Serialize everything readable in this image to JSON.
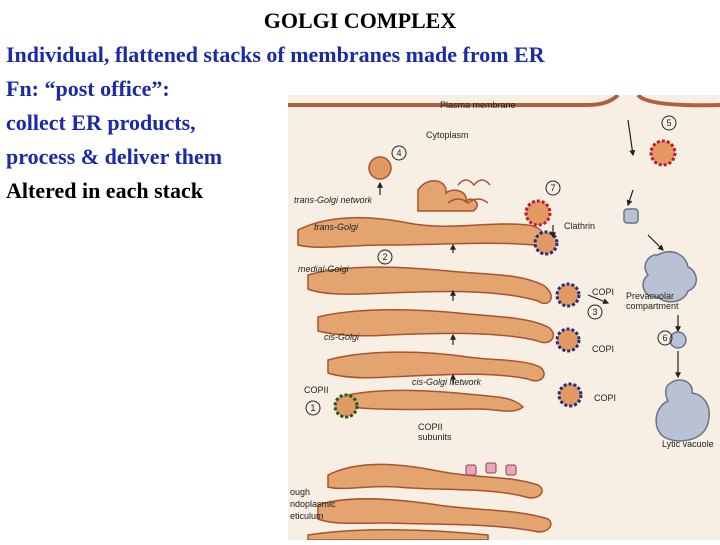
{
  "title": "GOLGI COMPLEX",
  "lines": [
    "Individual, flattened stacks of membranes made from ER",
    "Fn: “post office”:",
    "collect ER products,",
    "process & deliver them",
    "Altered in each stack"
  ],
  "diagram": {
    "labels": {
      "plasma_membrane": "Plasma membrane",
      "cytoplasm": "Cytoplasm",
      "trans_golgi_network": "trans-Golgi network",
      "trans_golgi": "trans-Golgi",
      "medial_golgi": "medial-Golgi",
      "cis_golgi": "cis-Golgi",
      "cis_golgi_network": "cis-Golgi network",
      "clathrin": "Clathrin",
      "copi_1": "COPI",
      "copi_2": "COPI",
      "copi_3": "COPI",
      "copii": "COPII",
      "copii_subunits_1": "COPII",
      "copii_subunits_2": "subunits",
      "prevacuolar_1": "Prevacuolar",
      "prevacuolar_2": "compartment",
      "lytic_vacuole": "Lytic vacuole",
      "rough_er_1": "ough",
      "rough_er_2": "ndoplasmic",
      "rough_er_3": "eticulum"
    },
    "step_numbers": [
      "1",
      "2",
      "3",
      "4",
      "5",
      "6",
      "7"
    ],
    "colors": {
      "membrane": "#e3a46f",
      "membrane_edge": "#a8532f",
      "vesicle_fill": "#e39a62",
      "coat_clathrin": "#c01830",
      "coat_copi": "#2a2a80",
      "coat_copii": "#1e5a24",
      "vacuole": "#b9c2d2"
    }
  }
}
